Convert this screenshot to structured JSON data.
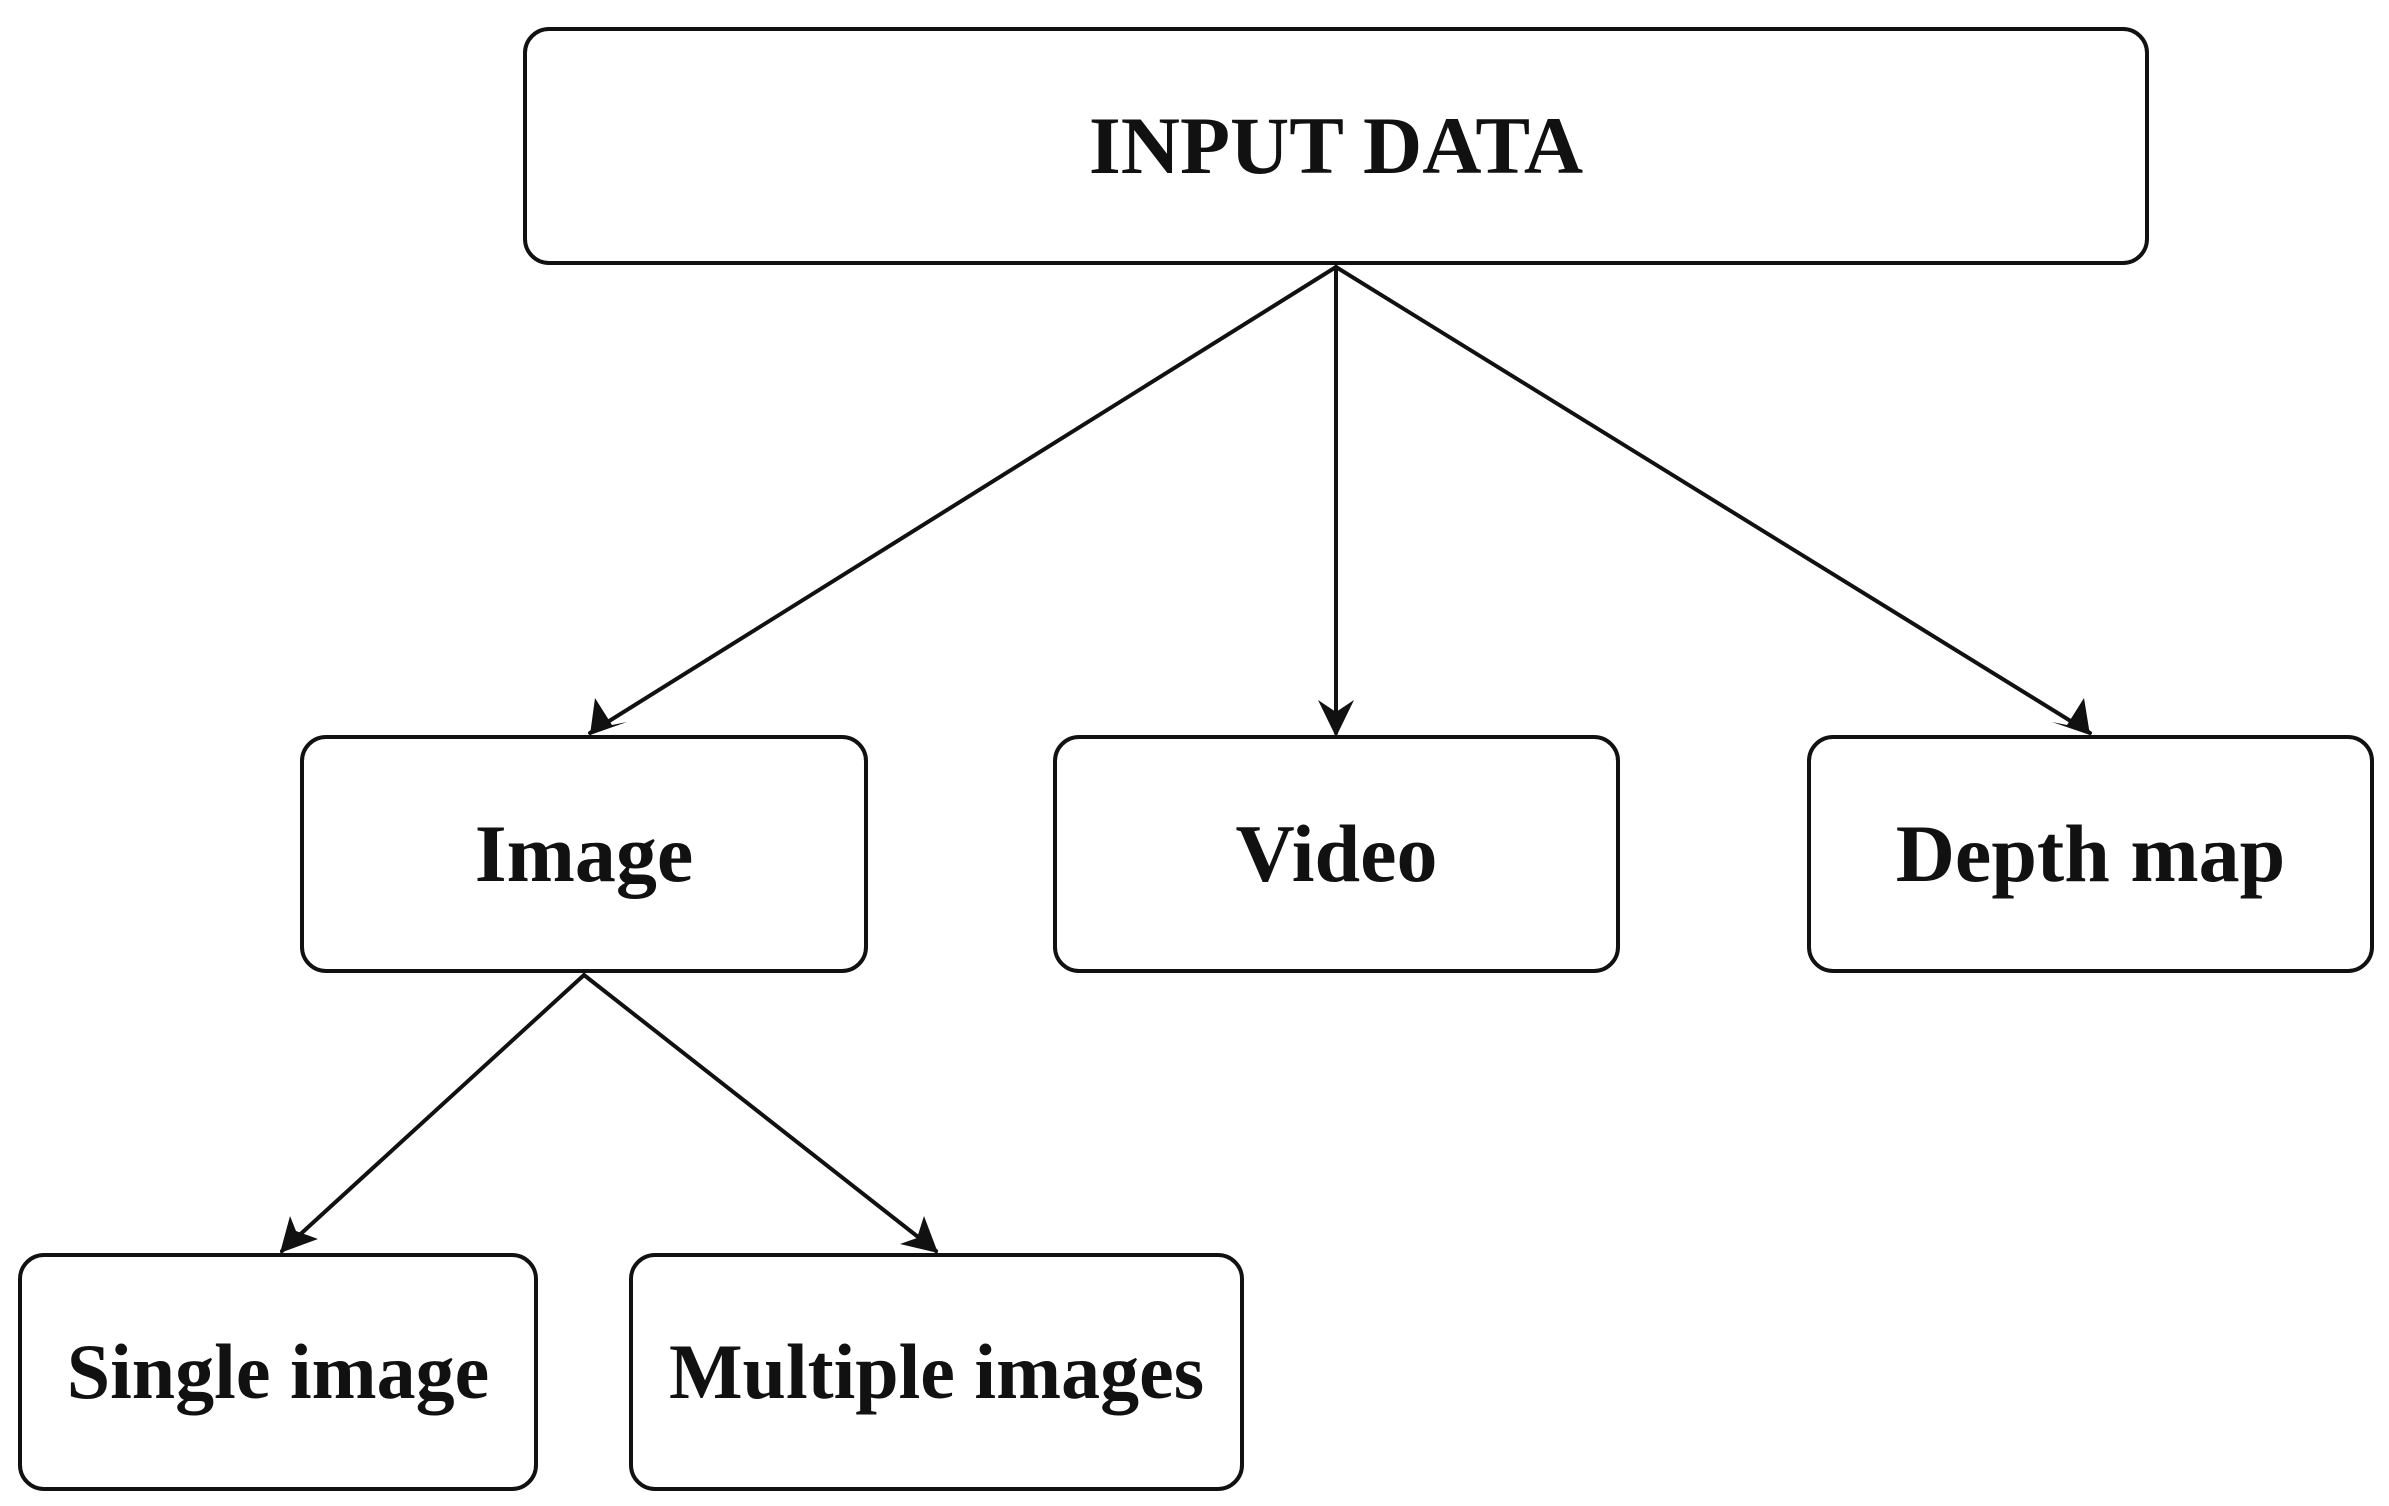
{
  "diagram": {
    "root": {
      "label": "INPUT DATA"
    },
    "children": [
      {
        "label": "Image",
        "children": [
          {
            "label": "Single image"
          },
          {
            "label": "Multiple images"
          }
        ]
      },
      {
        "label": "Video"
      },
      {
        "label": "Depth map"
      }
    ],
    "colors": {
      "stroke": "#111111",
      "text": "#111111",
      "background": "#ffffff"
    }
  }
}
